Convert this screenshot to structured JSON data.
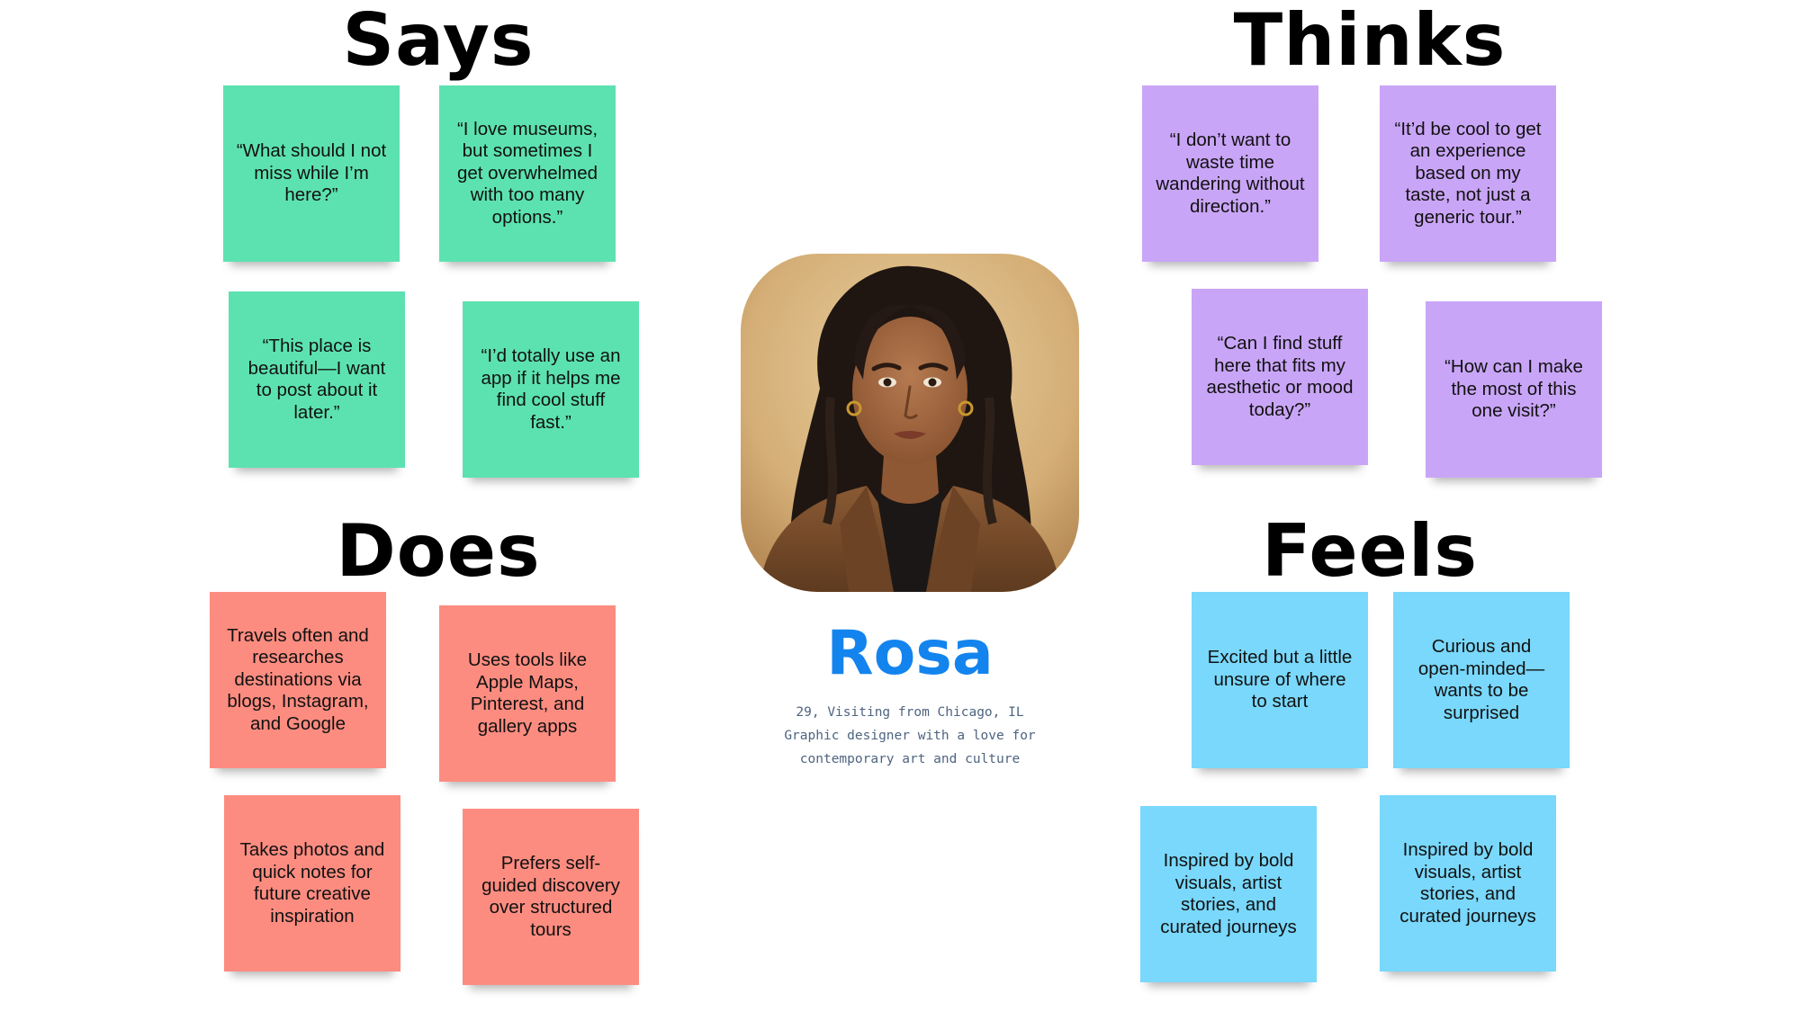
{
  "sections": {
    "says": {
      "title": "Says",
      "notes": [
        "“What should I not miss while I’m here?”",
        "“I love museums, but sometimes I get overwhelmed with too many options.”",
        "“This place is beautiful—I want to post about it later.”",
        "“I’d totally use an app if it helps me find cool stuff fast.”"
      ]
    },
    "thinks": {
      "title": "Thinks",
      "notes": [
        "“I don’t want to waste time wandering without direction.”",
        "“It’d be cool to get an experience based on my taste, not just a generic tour.”",
        "“Can I find stuff here that fits my aesthetic or mood today?”",
        "“How can I make the most of this one visit?”"
      ]
    },
    "does": {
      "title": "Does",
      "notes": [
        "Travels often and researches destinations via blogs, Instagram, and Google",
        "Uses tools like Apple Maps, Pinterest, and gallery apps",
        "Takes photos and quick notes for future creative inspiration",
        "Prefers self-guided discovery over structured tours"
      ]
    },
    "feels": {
      "title": "Feels",
      "notes": [
        "Excited but a little unsure of where to start",
        "Curious and open-minded—wants to be surprised",
        "Inspired by bold visuals, artist stories, and curated journeys",
        "Inspired by bold visuals, artist stories, and curated journeys"
      ]
    }
  },
  "persona": {
    "name": "Rosa",
    "details": [
      "29, Visiting from Chicago, IL",
      "Graphic designer with a love for",
      "contemporary art and culture"
    ],
    "photo_icon": "portrait-photo"
  },
  "colors": {
    "says": "#5ce2b1",
    "thinks": "#c9a5f7",
    "does": "#fd8c80",
    "feels": "#79d8fb",
    "name": "#1384ee"
  }
}
